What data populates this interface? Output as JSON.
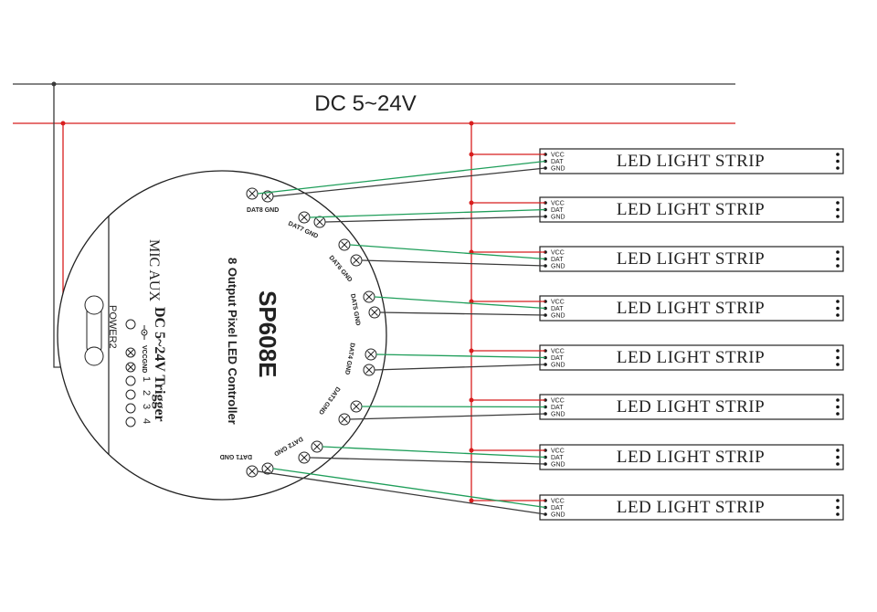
{
  "supply_label": "DC 5~24V",
  "strip_pins": [
    "VCC",
    "DAT",
    "GND"
  ],
  "strip_label": "LED  LIGHT STRIP",
  "strip_count": 8,
  "controller": {
    "model": "SP608E",
    "subtitle": "8 Output Pixel LED Controller",
    "mic_aux": "MIC AUX",
    "input_label": "DC 5~24V Trigger",
    "power_label": "POWER2",
    "vcc_gnd_label": "VCCGND",
    "trigger_numbers": [
      "1",
      "2",
      "3",
      "4"
    ],
    "output_labels": [
      "DAT8 GND",
      "DAT7 GND",
      "DAT6 GND",
      "DAT5 GND",
      "DAT4 GND",
      "DAT3 GND",
      "DAT2 GND",
      "DAT1 GND"
    ]
  },
  "colors": {
    "ground_wire": "#3a3a3a",
    "positive_wire": "#d81e1e",
    "data_wire": "#1f9e5a"
  }
}
